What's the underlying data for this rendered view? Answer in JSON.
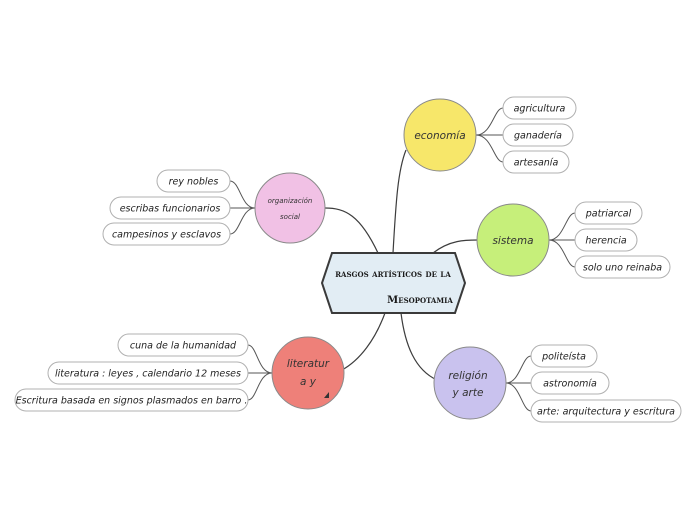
{
  "central": {
    "line1": "rasgos artísticos de la",
    "line2": "Mesopotamia"
  },
  "topics": {
    "economia": {
      "label": "economía",
      "color": "#f7e76a"
    },
    "sistema": {
      "label": "sistema",
      "color": "#c6ef7a"
    },
    "religion": {
      "line1": "religión",
      "line2": "y arte",
      "color": "#c9c2ee"
    },
    "literatura": {
      "line1": "literatur",
      "line2": "a y",
      "color": "#ee8079"
    },
    "organizacion": {
      "line1": "organización",
      "line2": "social",
      "color": "#f1c1e5"
    }
  },
  "leaves": {
    "economia": [
      "agricultura",
      "ganadería",
      "artesanía"
    ],
    "sistema": [
      "patriarcal",
      "herencia",
      "solo uno reinaba"
    ],
    "religion": [
      "politeísta",
      "astronomía",
      "arte: arquitectura y escritura"
    ],
    "literatura": [
      "cuna de la humanidad",
      "literatura : leyes , calendario 12 meses",
      "Escritura basada en signos plasmados en barro ."
    ],
    "organizacion": [
      "rey nobles",
      "escribas funcionarios",
      "campesinos y esclavos"
    ]
  },
  "colors": {
    "central_fill": "#e2edf4",
    "central_stroke": "#3a3a3a"
  }
}
